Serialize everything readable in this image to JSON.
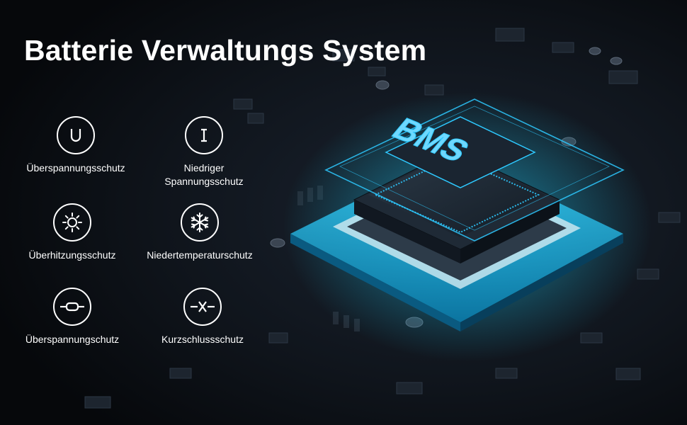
{
  "title": "Batterie Verwaltungs System",
  "chip_label": "BMS",
  "features": [
    {
      "label": "Überspannungsschutz",
      "icon": "u-icon"
    },
    {
      "label": "Niedriger\nSpannungsschutz",
      "icon": "i-icon"
    },
    {
      "label": "Überhitzungsschutz",
      "icon": "sun-icon"
    },
    {
      "label": "Niedertemperaturschutz",
      "icon": "snowflake-icon"
    },
    {
      "label": "Überspannungschutz",
      "icon": "resistor-icon"
    },
    {
      "label": "Kurzschlussschutz",
      "icon": "short-circuit-icon"
    }
  ],
  "colors": {
    "accent": "#2ec9ff",
    "glow": "#00e5ff",
    "text": "#ffffff"
  }
}
